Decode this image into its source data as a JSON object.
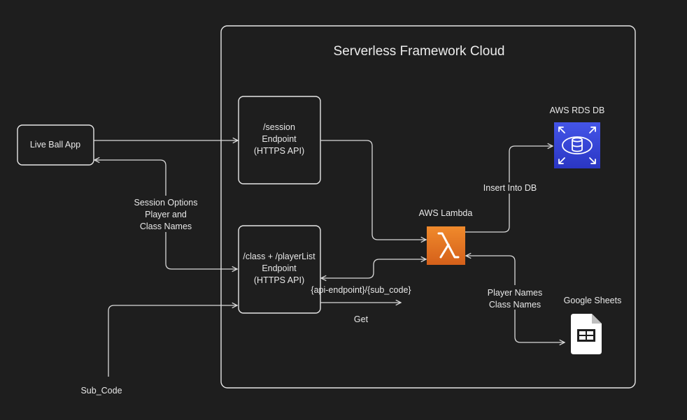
{
  "cloud": {
    "title": "Serverless Framework Cloud"
  },
  "nodes": {
    "live_ball_app": "Live Ball App",
    "session_endpoint": [
      "/session",
      "Endpoint",
      "(HTTPS API)"
    ],
    "class_endpoint": [
      "/class + /playerList",
      "Endpoint",
      "(HTTPS API)"
    ],
    "aws_lambda": "AWS Lambda",
    "aws_rds": "AWS RDS DB",
    "google_sheets": "Google Sheets",
    "sub_code": "Sub_Code"
  },
  "edge_labels": {
    "session_options": [
      "Session Options",
      "Player and",
      "Class Names"
    ],
    "insert_db": "Insert Into DB",
    "api_endpoint": "{api-endpoint}/{sub_code}",
    "get": "Get",
    "player_class": [
      "Player Names",
      "Class Names"
    ]
  },
  "icons": {
    "aws_lambda": "lambda-icon",
    "aws_rds": "rds-database-icon",
    "google_sheets": "google-sheets-icon"
  },
  "colors": {
    "background": "#1e1e1e",
    "lambda_orange": "#e8731c",
    "rds_blue": "#3344d6",
    "sheets_white": "#ffffff"
  }
}
